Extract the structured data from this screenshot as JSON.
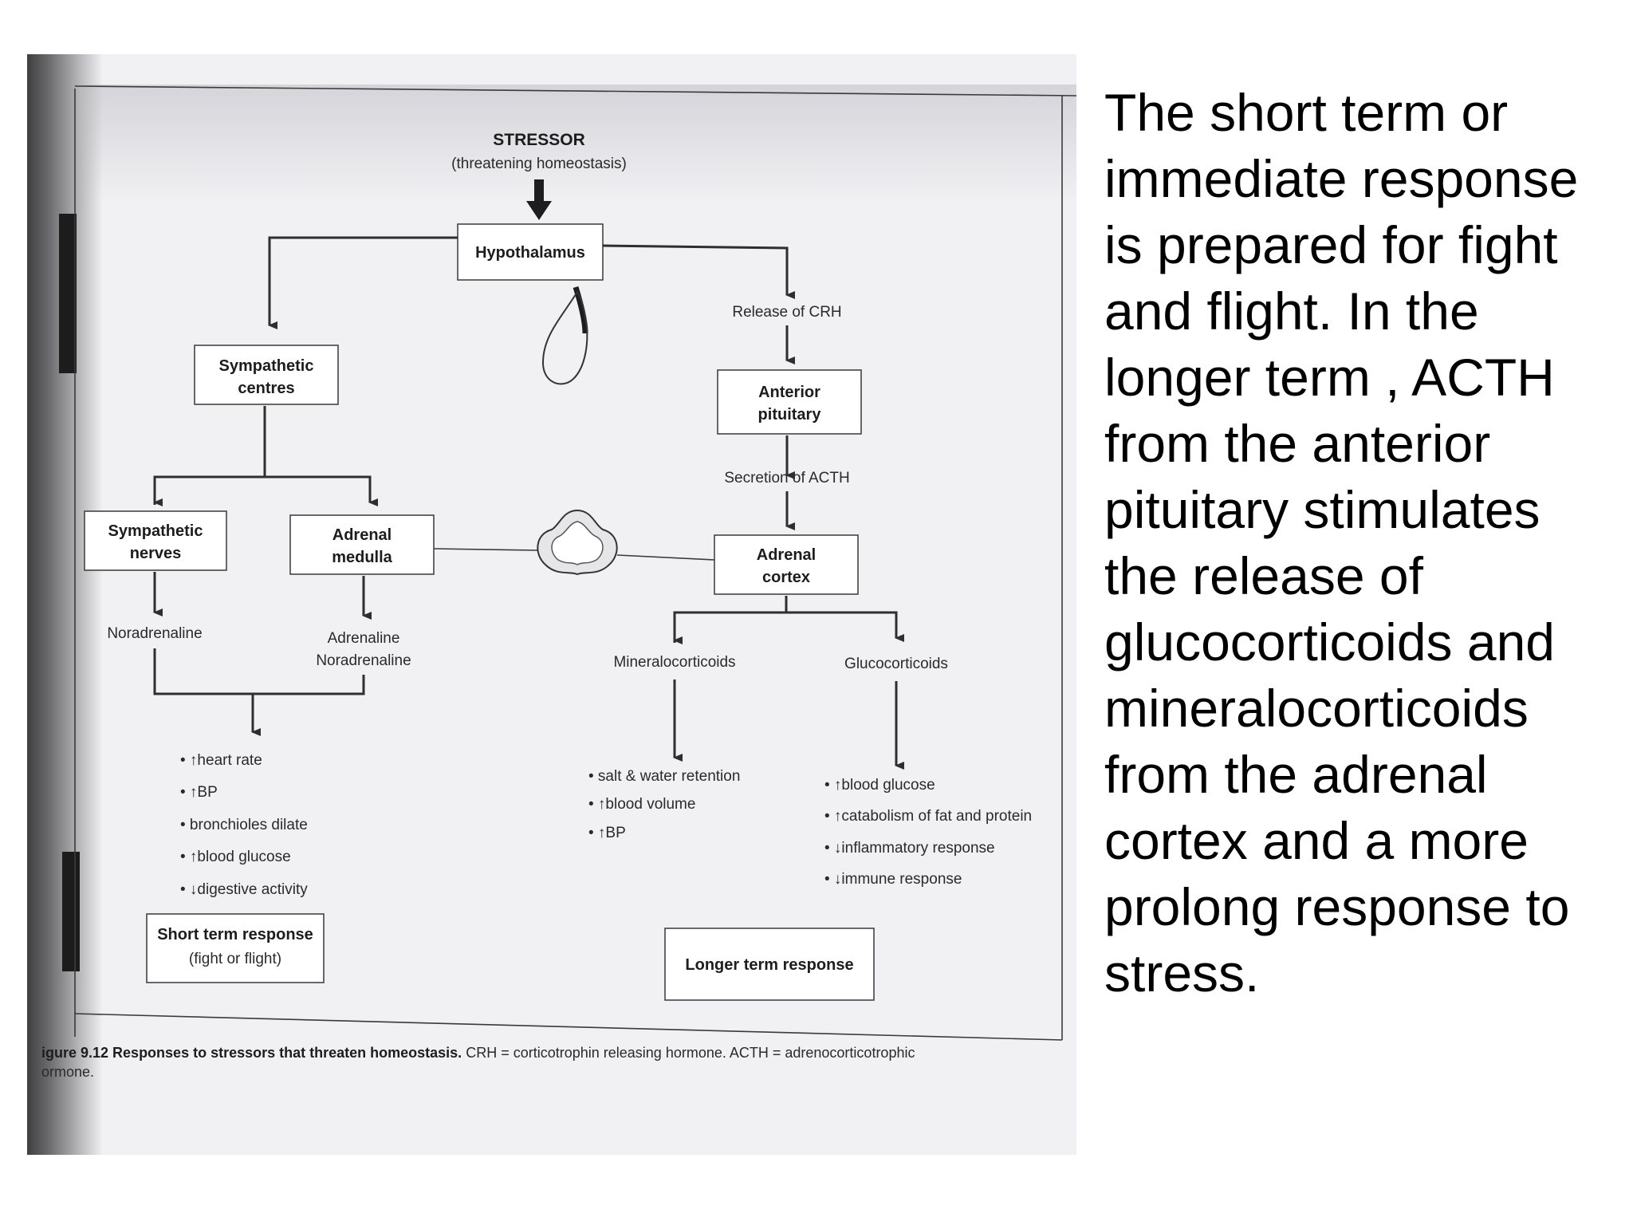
{
  "diagram": {
    "stressor": {
      "title": "STRESSOR",
      "subtitle": "(threatening homeostasis)"
    },
    "hypothalamus": "Hypothalamus",
    "release_crh": "Release of CRH",
    "anterior_pituitary": {
      "line1": "Anterior",
      "line2": "pituitary"
    },
    "secretion_acth": "Secretion of ACTH",
    "adrenal_cortex": {
      "line1": "Adrenal",
      "line2": "cortex"
    },
    "sympathetic_centres": {
      "line1": "Sympathetic",
      "line2": "centres"
    },
    "sympathetic_nerves": {
      "line1": "Sympathetic",
      "line2": "nerves"
    },
    "adrenal_medulla": {
      "line1": "Adrenal",
      "line2": "medulla"
    },
    "noradrenaline": "Noradrenaline",
    "adrenaline_noradrenaline": {
      "line1": "Adrenaline",
      "line2": "Noradrenaline"
    },
    "mineralocorticoids": "Mineralocorticoids",
    "glucocorticoids": "Glucocorticoids",
    "short_term_effects": [
      "• ↑heart rate",
      "• ↑BP",
      "•  bronchioles dilate",
      "• ↑blood glucose",
      "• ↓digestive activity"
    ],
    "mineral_effects": [
      "•  salt & water retention",
      "• ↑blood volume",
      "• ↑BP"
    ],
    "gluco_effects": [
      "• ↑blood glucose",
      "• ↑catabolism of fat and protein",
      "• ↓inflammatory response",
      "• ↓immune response"
    ],
    "short_term_response": {
      "line1": "Short term response",
      "line2": "(fight or flight)"
    },
    "longer_term_response": "Longer term response",
    "caption_bold": "igure 9.12  Responses to stressors that threaten homeostasis.",
    "caption_rest": " CRH = corticotrophin releasing hormone. ACTH = adrenocorticotrophic",
    "caption_line2": "ormone."
  },
  "side_text": "The short term or immediate response is prepared for fight and flight. In the longer term , ACTH from the anterior pituitary stimulates the release of glucocorticoids and mineralocorticoids from the adrenal cortex and a more prolong response to stress."
}
